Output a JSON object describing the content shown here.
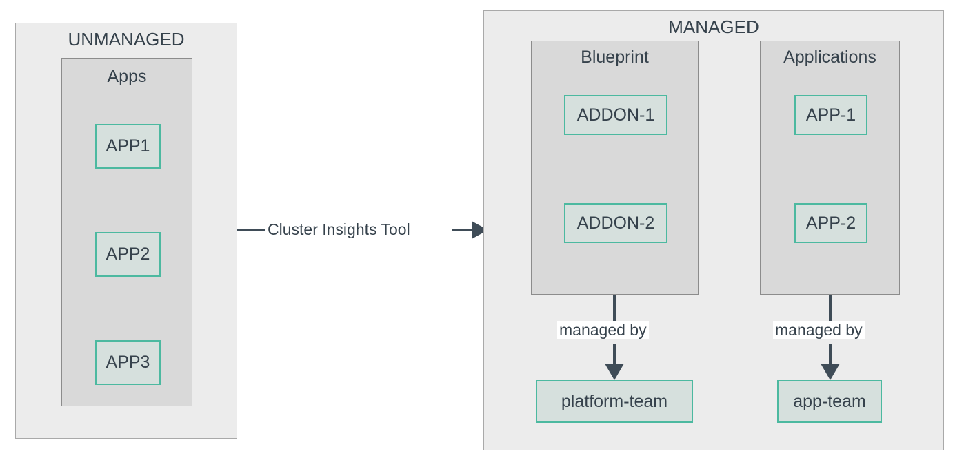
{
  "diagram": {
    "type": "architecture-flow",
    "background": "#ffffff",
    "accent_color": "#4cb9a0",
    "leaf_fill": "#d6e0dd",
    "group_fill": "#ececec",
    "subgroup_fill": "#d9d9d9",
    "text_color": "#36424c",
    "connector_color": "#3f4c57"
  },
  "unmanaged": {
    "title": "UNMANAGED",
    "apps_group": {
      "title": "Apps",
      "items": [
        {
          "label": "APP1"
        },
        {
          "label": "APP2"
        },
        {
          "label": "APP3"
        }
      ]
    }
  },
  "transition": {
    "label": "Cluster Insights Tool"
  },
  "managed": {
    "title": "MANAGED",
    "blueprint": {
      "title": "Blueprint",
      "items": [
        {
          "label": "ADDON-1"
        },
        {
          "label": "ADDON-2"
        }
      ],
      "edge_label": "managed by",
      "owner": "platform-team"
    },
    "applications": {
      "title": "Applications",
      "items": [
        {
          "label": "APP-1"
        },
        {
          "label": "APP-2"
        }
      ],
      "edge_label": "managed by",
      "owner": "app-team"
    }
  }
}
